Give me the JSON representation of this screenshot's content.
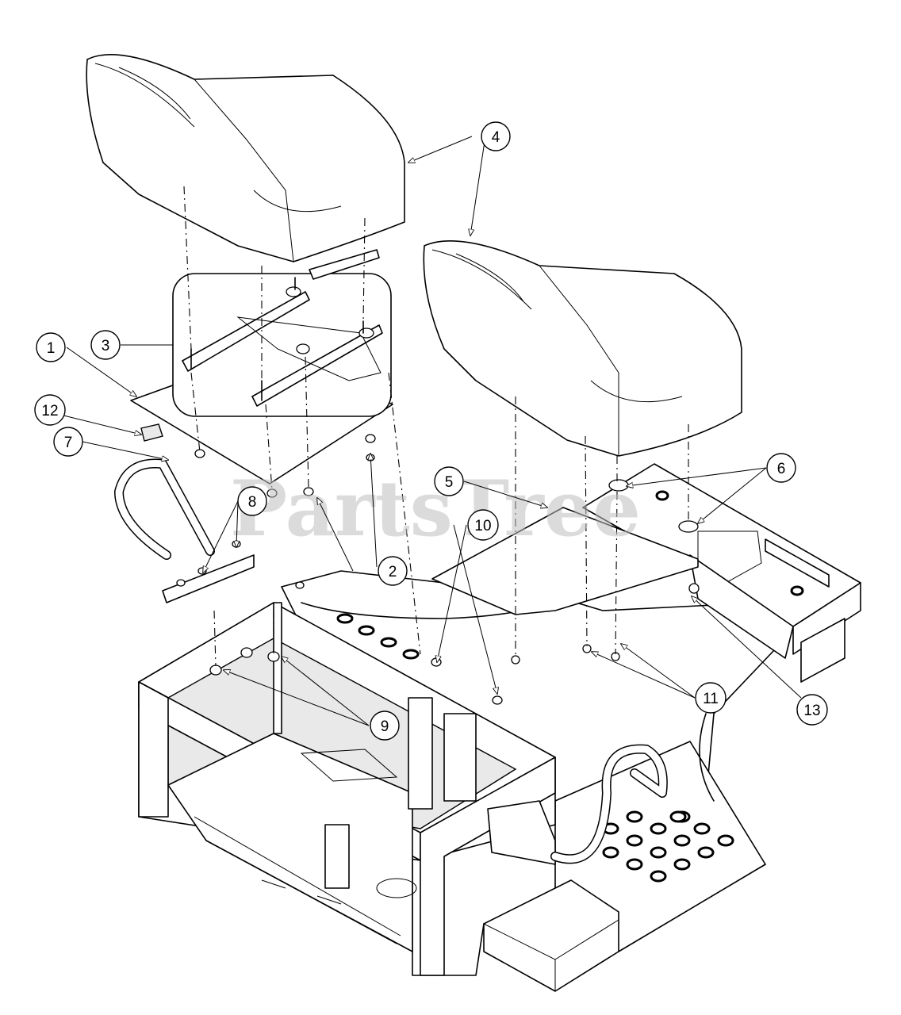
{
  "watermark": "PartsTree",
  "callouts": [
    {
      "id": "callout-1",
      "label": "1"
    },
    {
      "id": "callout-2",
      "label": "2"
    },
    {
      "id": "callout-3",
      "label": "3"
    },
    {
      "id": "callout-4",
      "label": "4"
    },
    {
      "id": "callout-5",
      "label": "5"
    },
    {
      "id": "callout-6",
      "label": "6"
    },
    {
      "id": "callout-7",
      "label": "7"
    },
    {
      "id": "callout-8",
      "label": "8"
    },
    {
      "id": "callout-9",
      "label": "9"
    },
    {
      "id": "callout-10",
      "label": "10"
    },
    {
      "id": "callout-11",
      "label": "11"
    },
    {
      "id": "callout-12",
      "label": "12"
    },
    {
      "id": "callout-13",
      "label": "13"
    }
  ]
}
